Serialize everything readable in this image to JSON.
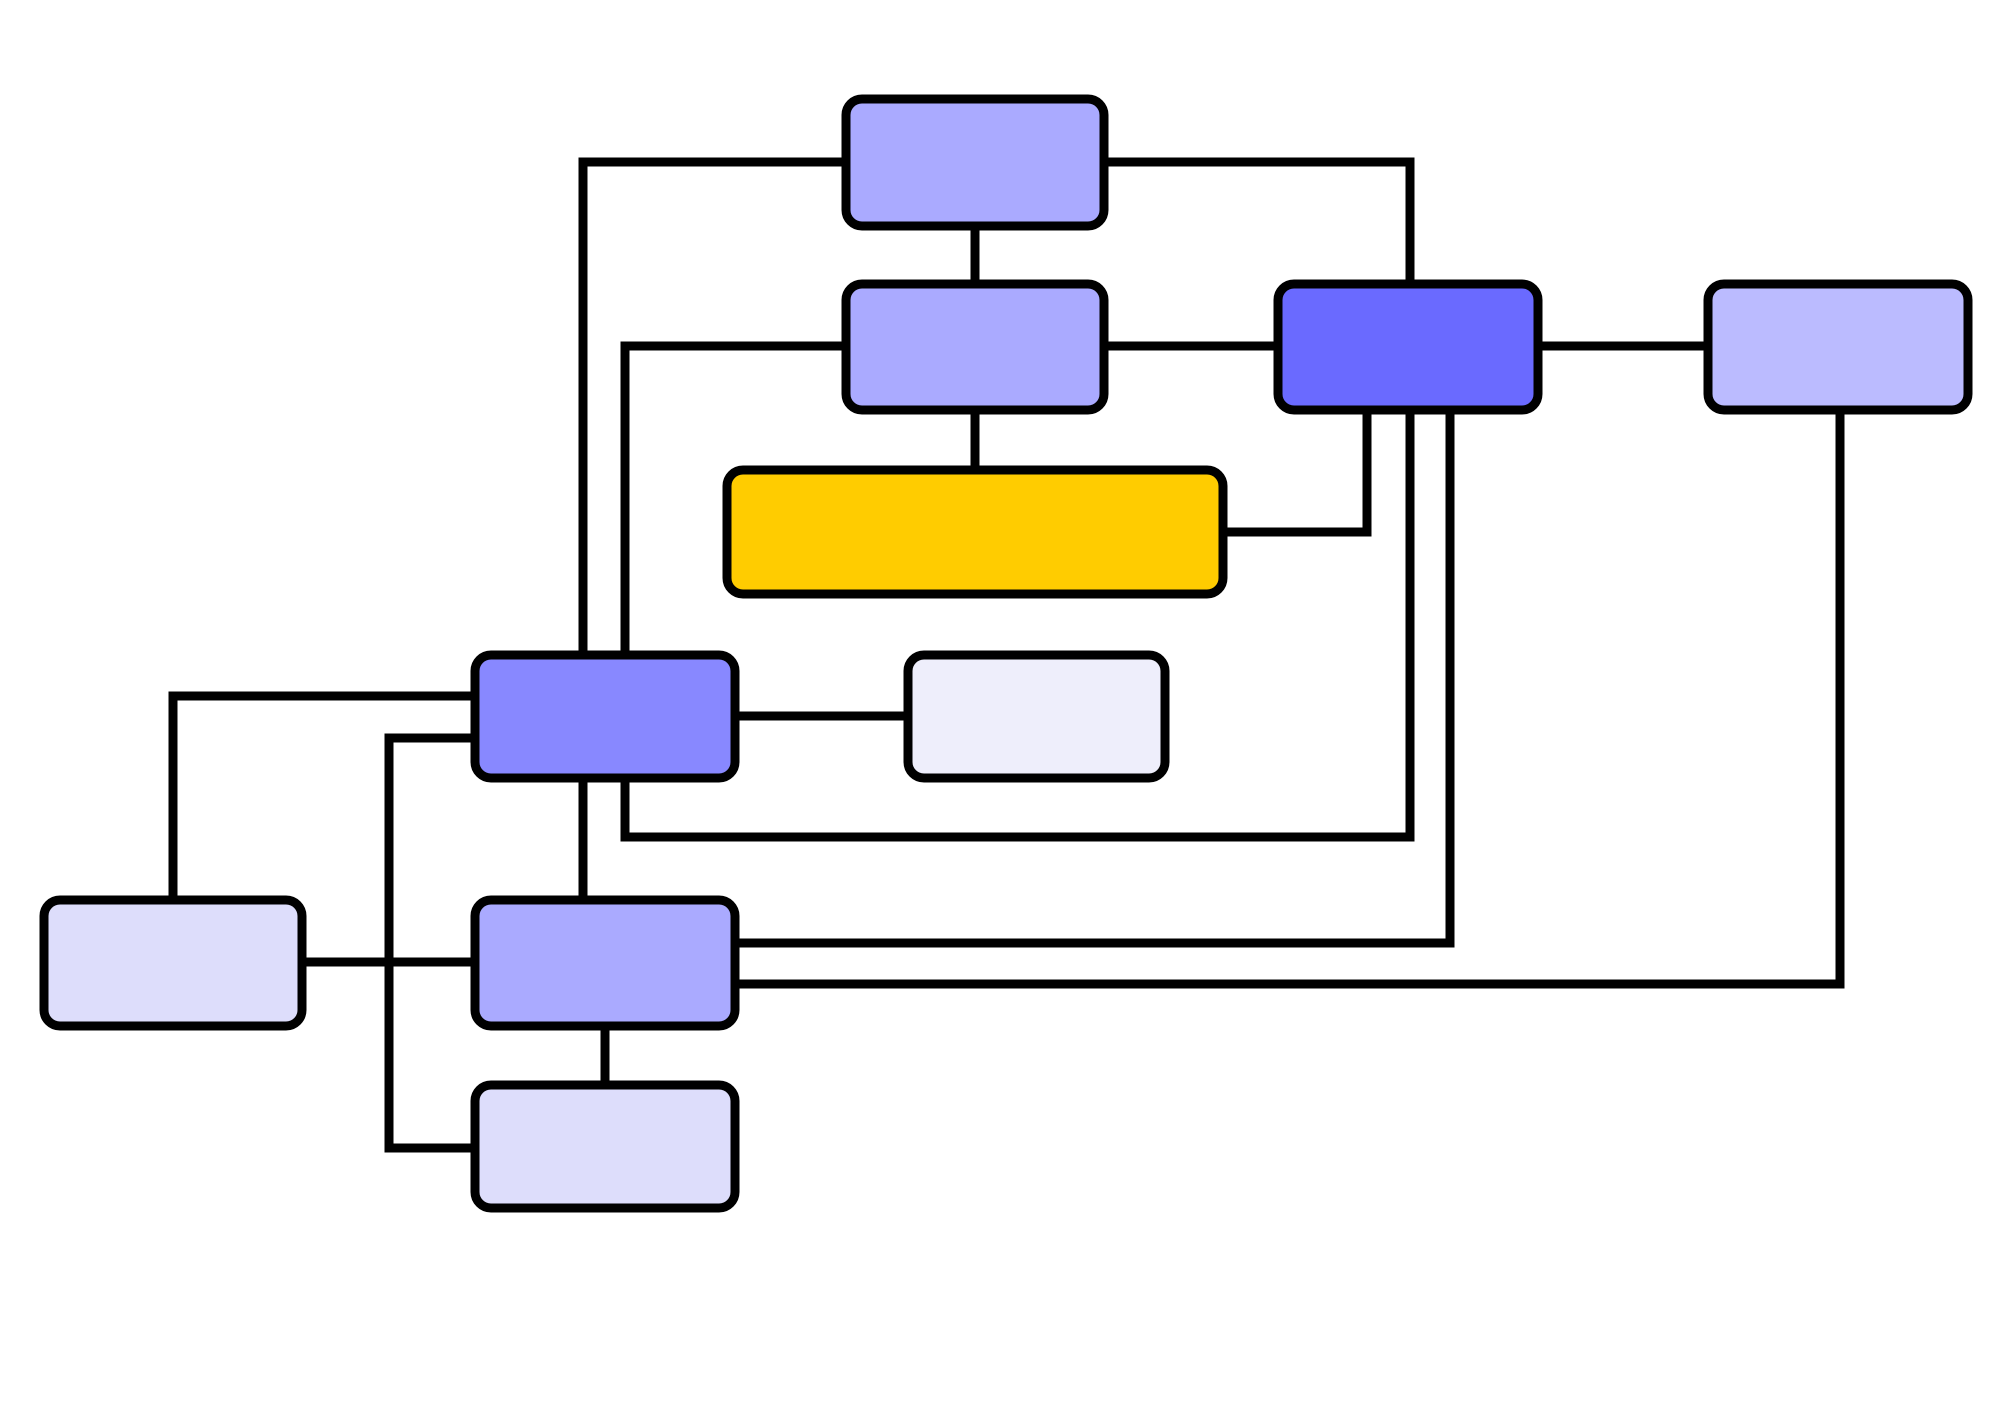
{
  "diagram": {
    "type": "block-diagram",
    "background": "#ffffff",
    "line_color": "#000000",
    "border_color": "#000000",
    "nodes": [
      {
        "id": "top",
        "fill": "#aaaaff"
      },
      {
        "id": "upper-center",
        "fill": "#aaaaff"
      },
      {
        "id": "hub-right",
        "fill": "#6a6aff"
      },
      {
        "id": "far-right",
        "fill": "#bbbbff"
      },
      {
        "id": "highlight",
        "fill": "#ffcc00"
      },
      {
        "id": "hub-left",
        "fill": "#8888ff"
      },
      {
        "id": "pale",
        "fill": "#eeeefb"
      },
      {
        "id": "left",
        "fill": "#ddddfb"
      },
      {
        "id": "lower-center",
        "fill": "#aaaaff"
      },
      {
        "id": "bottom",
        "fill": "#ddddfb"
      }
    ],
    "edges": [
      {
        "from": "top",
        "to": "upper-center"
      },
      {
        "from": "top",
        "to": "hub-right"
      },
      {
        "from": "top",
        "to": "hub-left"
      },
      {
        "from": "upper-center",
        "to": "hub-right"
      },
      {
        "from": "upper-center",
        "to": "highlight"
      },
      {
        "from": "upper-center",
        "to": "hub-left"
      },
      {
        "from": "hub-right",
        "to": "far-right"
      },
      {
        "from": "hub-right",
        "to": "highlight"
      },
      {
        "from": "hub-right",
        "to": "hub-left"
      },
      {
        "from": "hub-right",
        "to": "lower-center"
      },
      {
        "from": "far-right",
        "to": "lower-center"
      },
      {
        "from": "hub-left",
        "to": "pale"
      },
      {
        "from": "hub-left",
        "to": "left"
      },
      {
        "from": "hub-left",
        "to": "lower-center"
      },
      {
        "from": "hub-left",
        "to": "bottom"
      },
      {
        "from": "left",
        "to": "lower-center"
      },
      {
        "from": "lower-center",
        "to": "bottom"
      }
    ]
  }
}
